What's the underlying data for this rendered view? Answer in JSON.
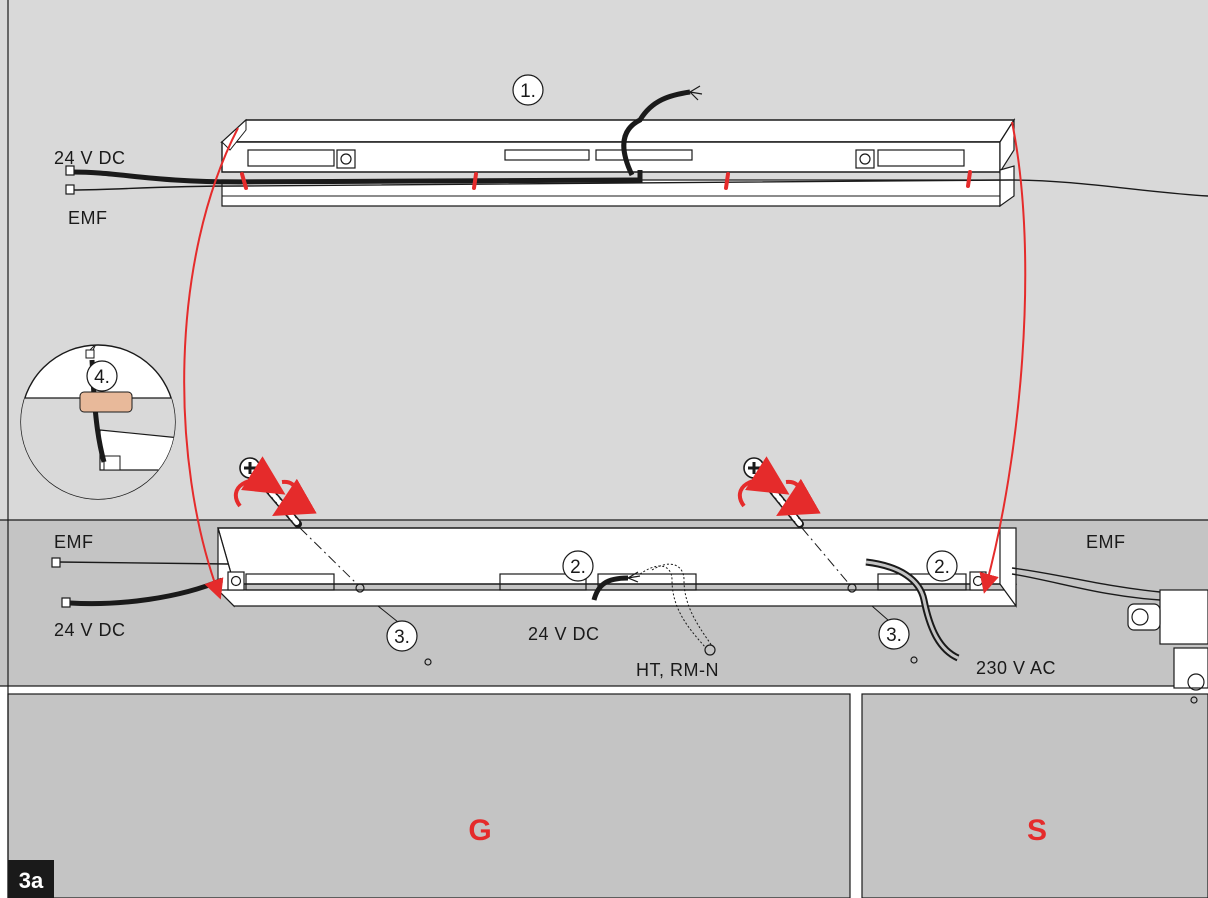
{
  "colors": {
    "wall": "#d9d9d9",
    "frame": "#c4c4c4",
    "door": "#c4c4c4",
    "accent": "#e52b2b",
    "line": "#1a1a1a",
    "part": "#ffffff",
    "badge_bg": "#1a1a1a"
  },
  "figure": {
    "badge": "3a"
  },
  "steps": {
    "s1": "1.",
    "s2": "2.",
    "s3": "3.",
    "s4": "4."
  },
  "labels": {
    "top_24vdc": "24 V DC",
    "top_emf": "EMF",
    "left_emf": "EMF",
    "left_24vdc": "24 V DC",
    "mid_24vdc": "24 V DC",
    "ht_rmn": "HT, RM-N",
    "ac": "230 V AC",
    "right_emf": "EMF"
  },
  "zones": {
    "g": "G",
    "s": "S"
  }
}
